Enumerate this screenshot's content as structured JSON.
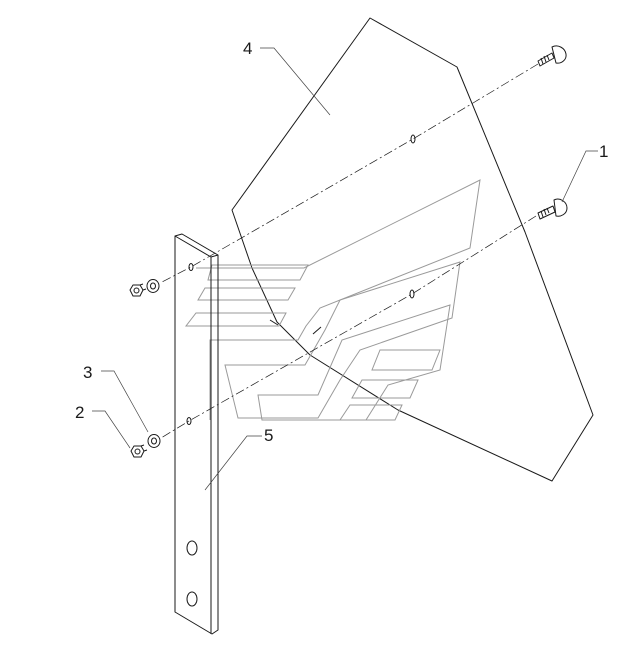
{
  "diagram": {
    "callouts": [
      {
        "id": "callout-1",
        "label": "1"
      },
      {
        "id": "callout-2",
        "label": "2"
      },
      {
        "id": "callout-3",
        "label": "3"
      },
      {
        "id": "callout-4",
        "label": "4"
      },
      {
        "id": "callout-5",
        "label": "5"
      }
    ],
    "colors": {
      "line": "#1a1a1a",
      "emblem": "#9a9a9a",
      "background": "#ffffff"
    }
  }
}
